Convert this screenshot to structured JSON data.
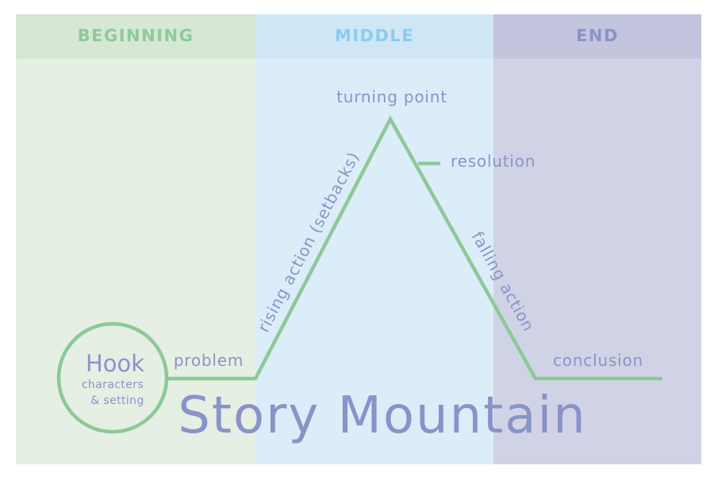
{
  "columns": {
    "beginning": "BEGINNING",
    "middle": "MIDDLE",
    "end": "END"
  },
  "labels": {
    "turning_point": "turning point",
    "resolution": "resolution",
    "rising_action": "rising action (setbacks)",
    "falling_action": "falling action",
    "problem": "problem",
    "conclusion": "conclusion"
  },
  "hook": {
    "title": "Hook",
    "line1": "characters",
    "line2": "& setting"
  },
  "title": "Story Mountain",
  "colors": {
    "beginning_band": "#e5efe3",
    "beginning_header": "#d6e7d4",
    "beginning_text": "#8fc99a",
    "middle_band": "#dbedf8",
    "middle_header": "#cfe6f5",
    "middle_text": "#8ccbf0",
    "end_band": "#d0d3e6",
    "end_header": "#c3c5df",
    "end_text": "#8a93c8",
    "line": "#8cc996",
    "label_text": "#8c94c8"
  }
}
